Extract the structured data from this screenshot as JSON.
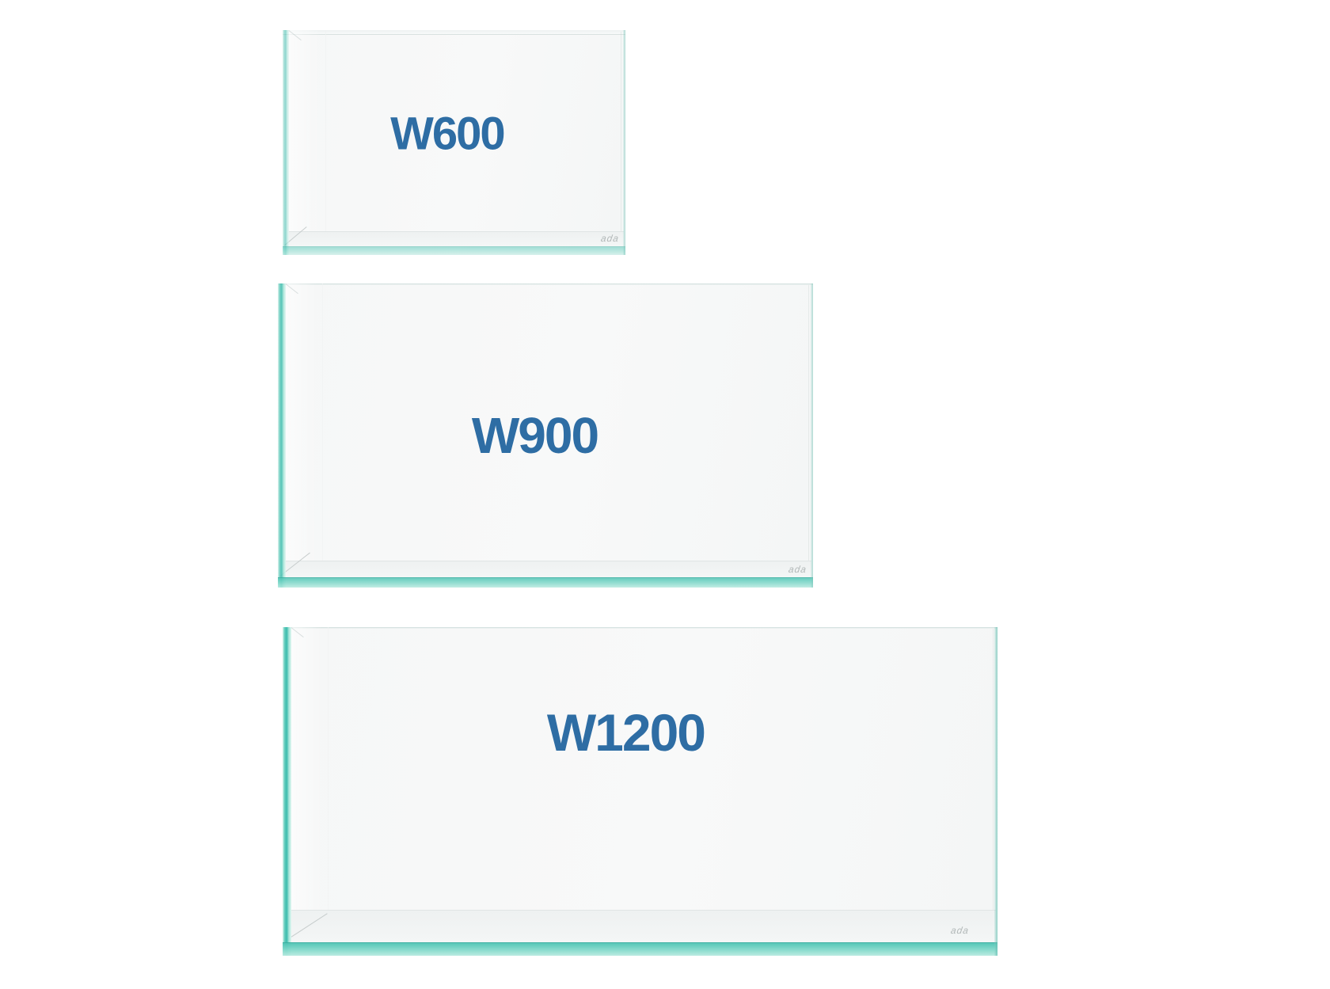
{
  "tanks": [
    {
      "label": "W600"
    },
    {
      "label": "W900"
    },
    {
      "label": "W1200"
    }
  ],
  "logo": {
    "text": "ada"
  },
  "colors": {
    "label_blue": "#2e6da4",
    "glass_teal": "#5cc9ba",
    "glass_teal_dark": "#3fbdae",
    "glass_teal_light": "#c2ede4",
    "interior": "#f8f9f9",
    "background": "#ffffff"
  }
}
